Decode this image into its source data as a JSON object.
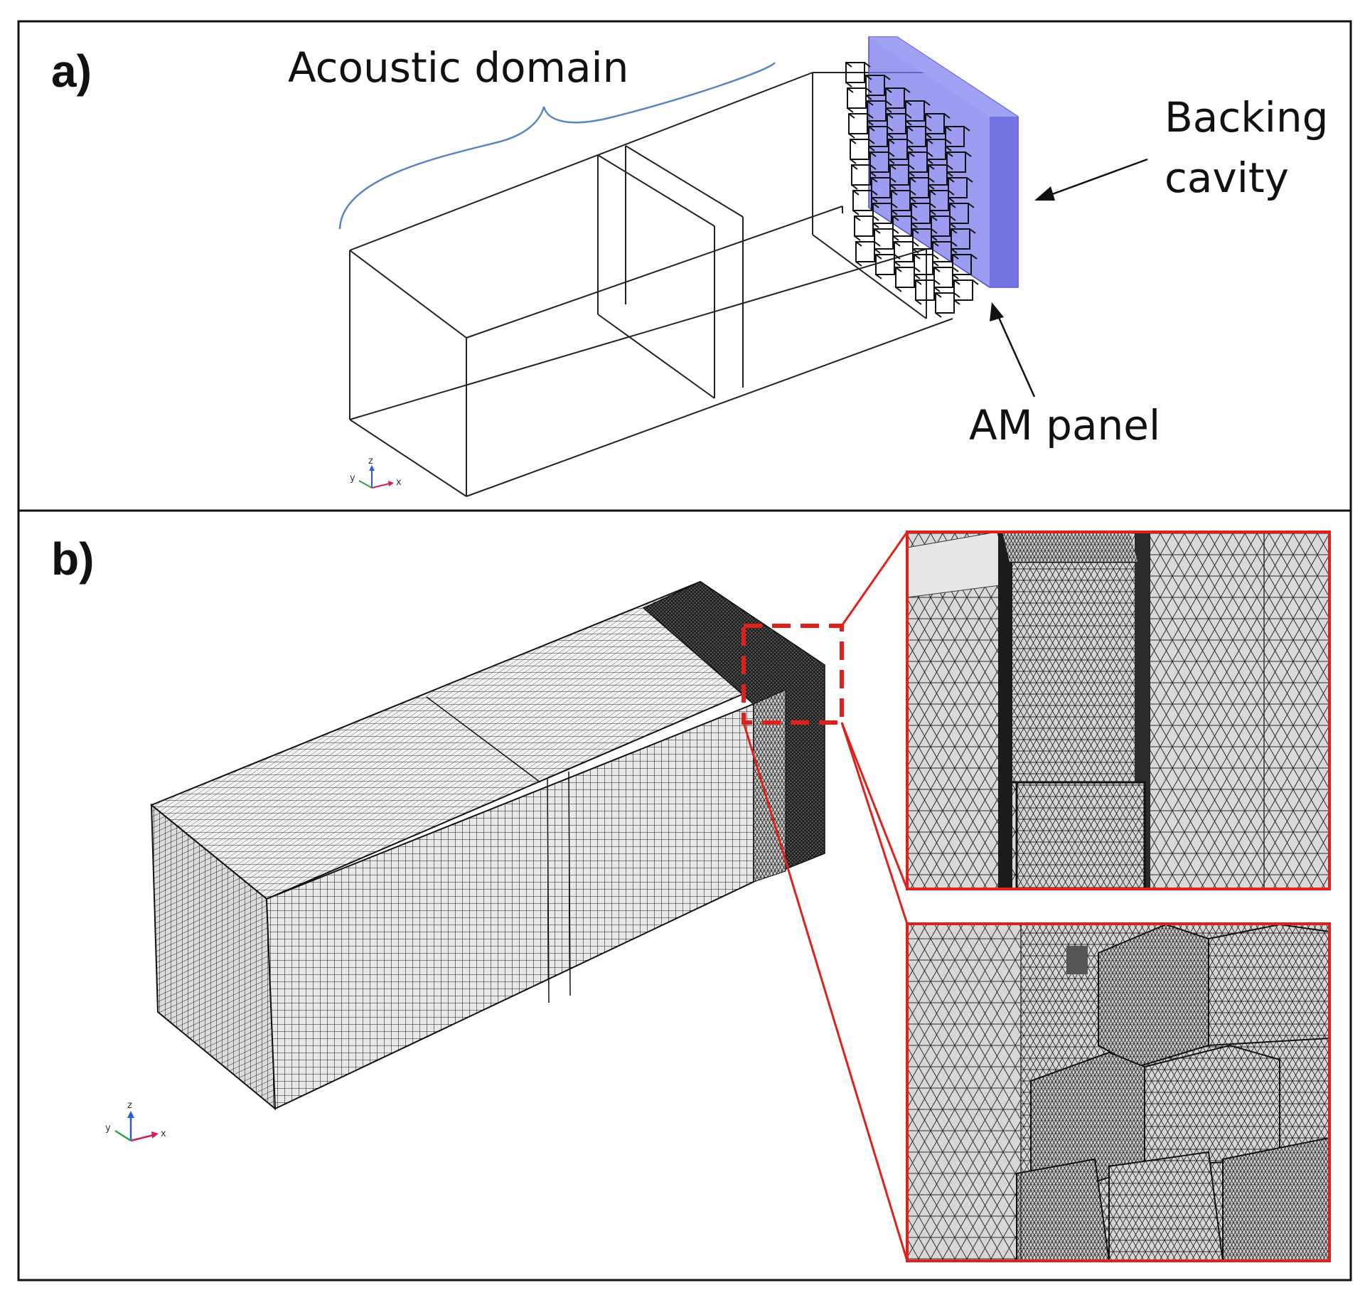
{
  "panel_a": {
    "letter": "a)",
    "acoustic_domain": "Acoustic domain",
    "backing_line1": "Backing",
    "backing_line2": "cavity",
    "am_panel": "AM panel",
    "backing_color": "#7b7bec"
  },
  "panel_b": {
    "letter": "b)",
    "zoom_color": "#e0201a"
  },
  "axes": {
    "x": "x",
    "y": "y",
    "z": "z"
  }
}
